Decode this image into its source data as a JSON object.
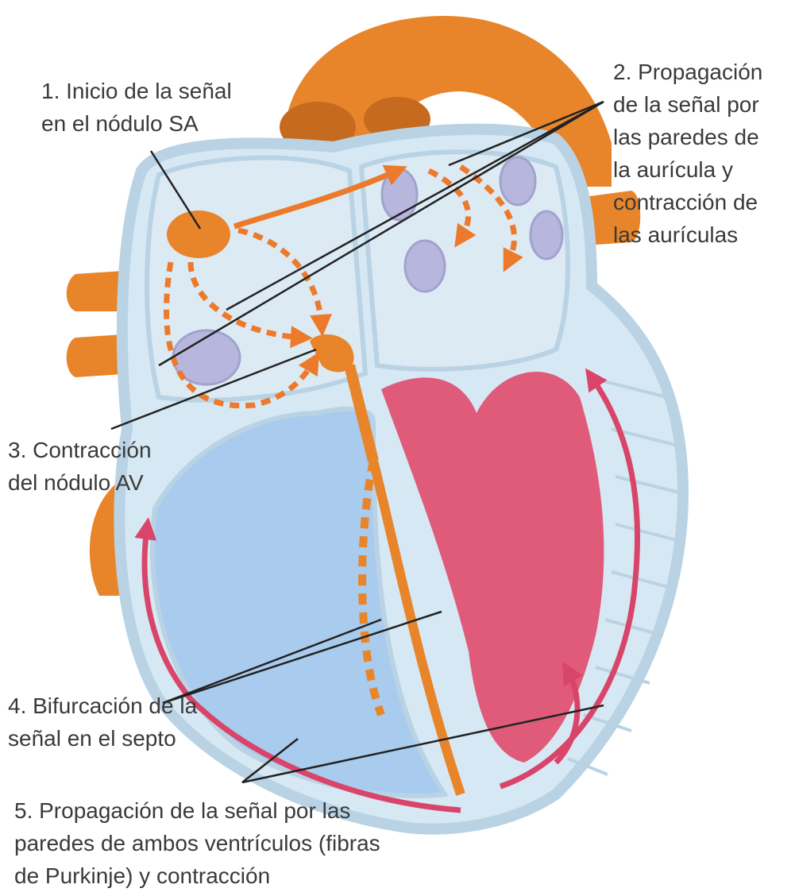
{
  "colors": {
    "vessel_orange": "#e8852a",
    "signal_orange": "#ec7a2a",
    "atrium_fill": "#d6e8f3",
    "heart_outline": "#b9d3e5",
    "right_ventricle": "#a9cbed",
    "left_ventricle": "#e05a7a",
    "purkinje_red": "#d9456a",
    "valve_purple": "#b7b6dc",
    "label_text": "#3a3a3a"
  },
  "labels": {
    "step1": [
      "1. Inicio de la señal",
      "en el nódulo SA"
    ],
    "step2": [
      "2. Propagación",
      "de la señal por",
      "las paredes de",
      "la aurícula y",
      "contracción de",
      "las aurículas"
    ],
    "step3": [
      "3. Contracción",
      "del nódulo AV"
    ],
    "step4": [
      "4. Bifurcación de la",
      "señal en el septo"
    ],
    "step5": [
      "5. Propagación de la señal por las",
      "paredes de ambos ventrículos (fibras",
      "de Purkinje) y contracción"
    ]
  }
}
